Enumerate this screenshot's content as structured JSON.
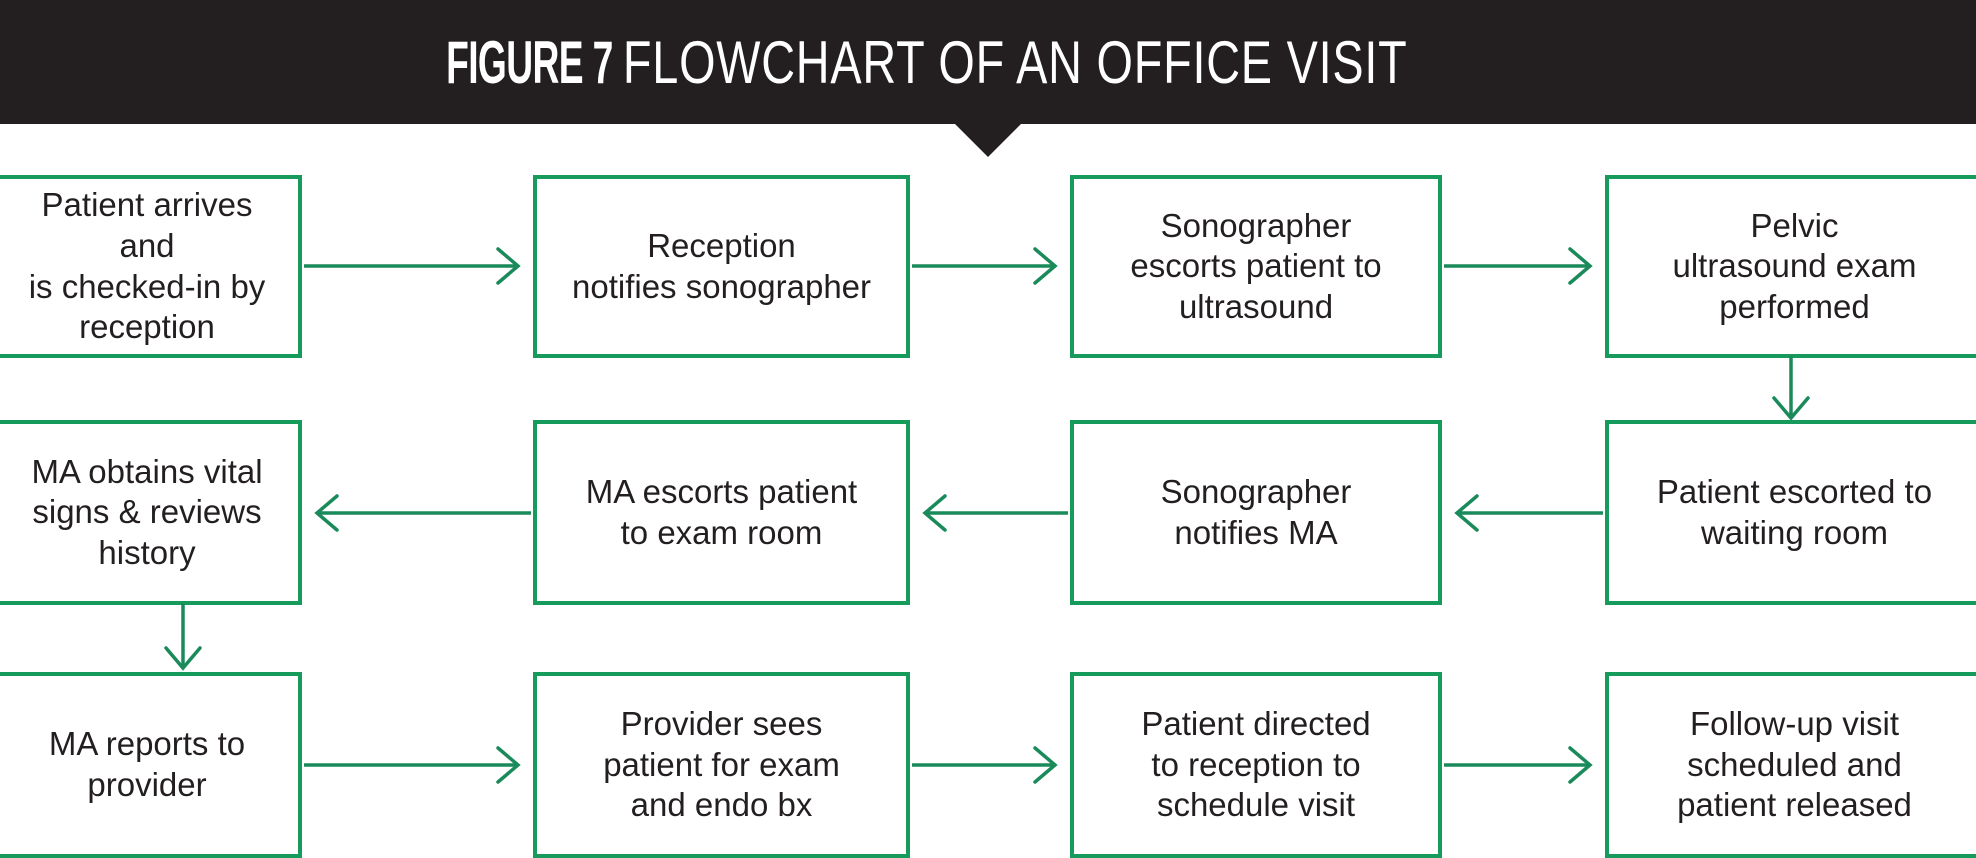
{
  "header": {
    "figure_label": "FIGURE 7",
    "title": "FLOWCHART OF AN OFFICE VISIT",
    "background_color": "#231F20",
    "text_color": "#FFFFFF"
  },
  "theme": {
    "box_border_color": "#169B5C",
    "arrow_color": "#1B8A5A",
    "box_fill": "#FFFFFF",
    "text_color": "#231F20"
  },
  "chart_data": {
    "type": "diagram",
    "title": "FIGURE 7 FLOWCHART OF AN OFFICE VISIT",
    "layout": "4 columns x 3 rows, serpentine (boustrophedon) flow",
    "nodes": [
      {
        "id": "n1",
        "row": 1,
        "col": 1,
        "label": "Patient arrives and\nis checked-in by\nreception"
      },
      {
        "id": "n2",
        "row": 1,
        "col": 2,
        "label": "Reception\nnotifies sonographer"
      },
      {
        "id": "n3",
        "row": 1,
        "col": 3,
        "label": "Sonographer\nescorts patient to\nultrasound"
      },
      {
        "id": "n4",
        "row": 1,
        "col": 4,
        "label": "Pelvic\nultrasound exam\nperformed"
      },
      {
        "id": "n5",
        "row": 2,
        "col": 4,
        "label": "Patient escorted to\nwaiting room"
      },
      {
        "id": "n6",
        "row": 2,
        "col": 3,
        "label": "Sonographer\nnotifies MA"
      },
      {
        "id": "n7",
        "row": 2,
        "col": 2,
        "label": "MA escorts patient\nto exam room"
      },
      {
        "id": "n8",
        "row": 2,
        "col": 1,
        "label": "MA obtains vital\nsigns & reviews\nhistory"
      },
      {
        "id": "n9",
        "row": 3,
        "col": 1,
        "label": "MA reports to\nprovider"
      },
      {
        "id": "n10",
        "row": 3,
        "col": 2,
        "label": "Provider sees\npatient for exam\nand endo bx"
      },
      {
        "id": "n11",
        "row": 3,
        "col": 3,
        "label": "Patient directed\nto reception to\nschedule visit"
      },
      {
        "id": "n12",
        "row": 3,
        "col": 4,
        "label": "Follow-up visit\nscheduled and\npatient released"
      }
    ],
    "edges": [
      {
        "from": "n1",
        "to": "n2",
        "direction": "right"
      },
      {
        "from": "n2",
        "to": "n3",
        "direction": "right"
      },
      {
        "from": "n3",
        "to": "n4",
        "direction": "right"
      },
      {
        "from": "n4",
        "to": "n5",
        "direction": "down"
      },
      {
        "from": "n5",
        "to": "n6",
        "direction": "left"
      },
      {
        "from": "n6",
        "to": "n7",
        "direction": "left"
      },
      {
        "from": "n7",
        "to": "n8",
        "direction": "left"
      },
      {
        "from": "n8",
        "to": "n9",
        "direction": "down"
      },
      {
        "from": "n9",
        "to": "n10",
        "direction": "right"
      },
      {
        "from": "n10",
        "to": "n11",
        "direction": "right"
      },
      {
        "from": "n11",
        "to": "n12",
        "direction": "right"
      }
    ]
  }
}
